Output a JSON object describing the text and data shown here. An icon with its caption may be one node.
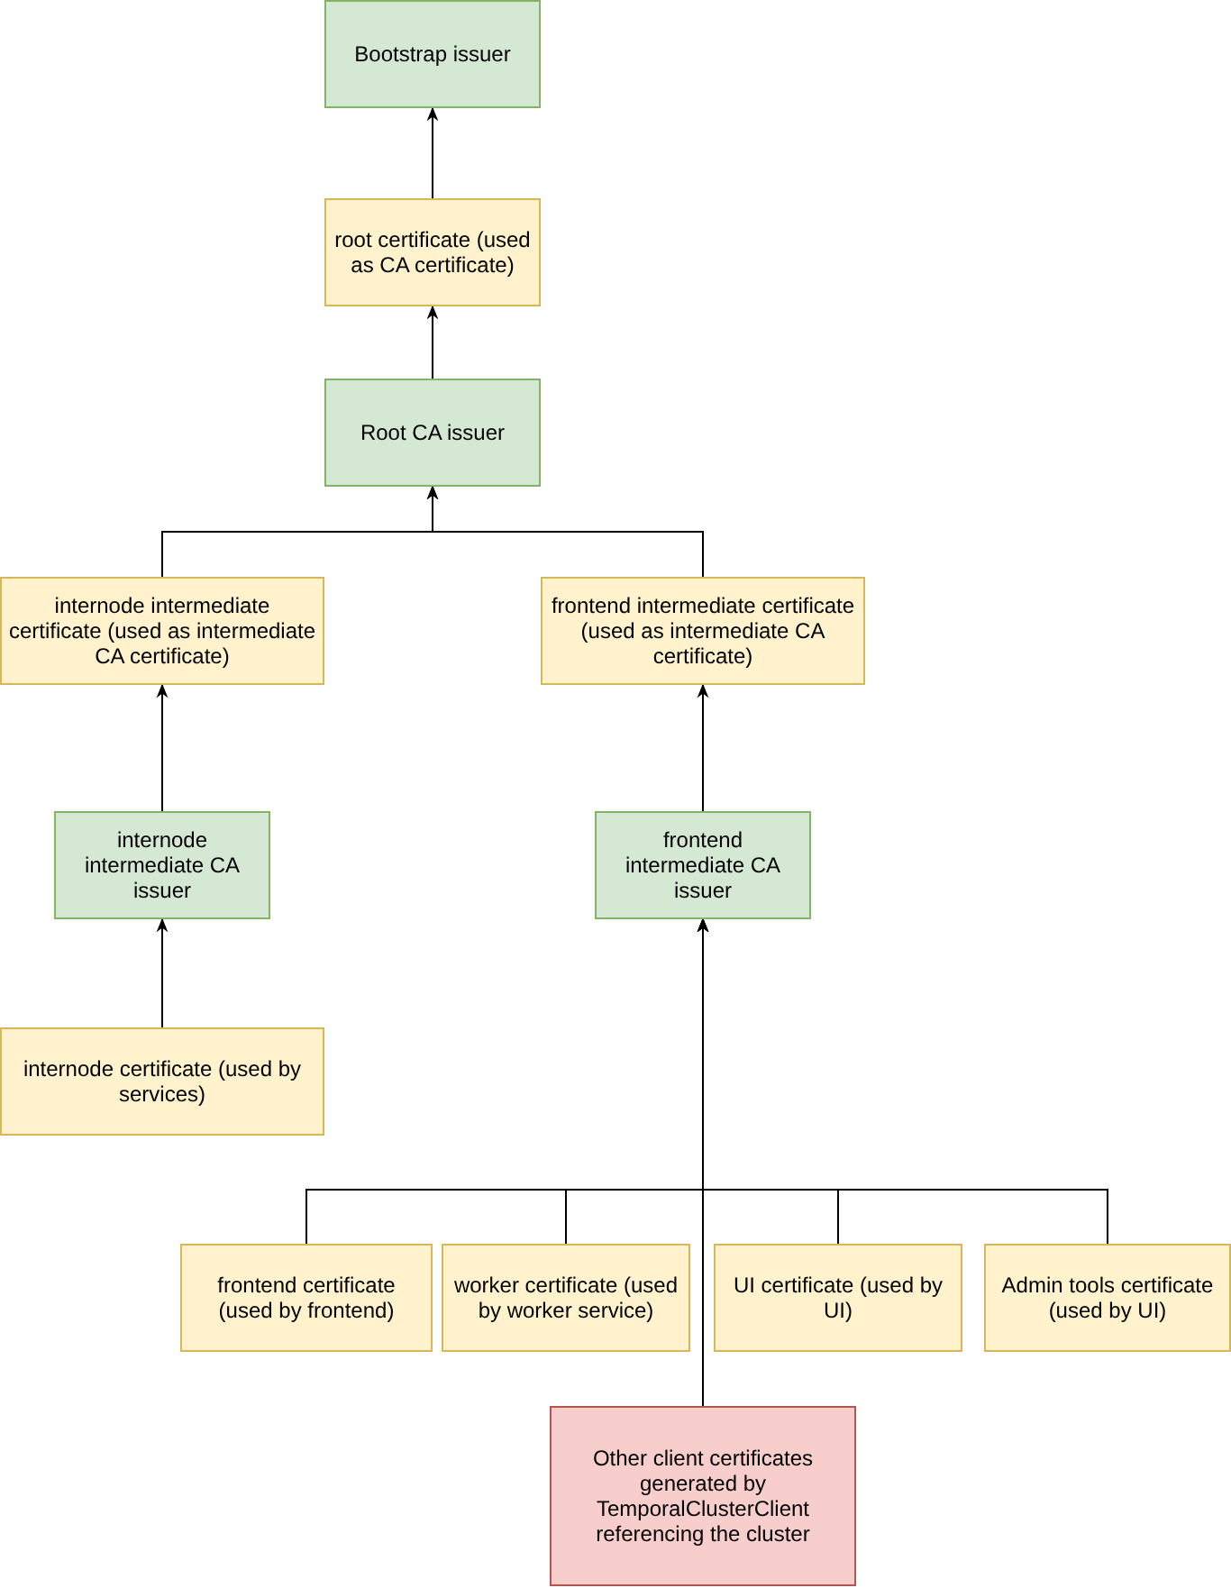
{
  "diagram": {
    "nodes": [
      {
        "text": [
          "Bootstrap issuer"
        ]
      },
      {
        "text": [
          "root certificate (used as CA certificate)"
        ]
      },
      {
        "text": [
          "Root CA issuer"
        ]
      },
      {
        "text": [
          "internode intermediate certificate (used as intermediate CA certificate)"
        ]
      },
      {
        "text": [
          "frontend intermediate certificate (used as intermediate CA certificate)"
        ]
      },
      {
        "text": [
          "internode intermediate CA issuer"
        ]
      },
      {
        "text": [
          "frontend intermediate CA issuer"
        ]
      },
      {
        "text": [
          "internode certificate (used by services)"
        ]
      },
      {
        "text": [
          "frontend certificate (used by frontend)"
        ]
      },
      {
        "text": [
          "worker certificate (used by worker service)"
        ]
      },
      {
        "text": [
          "UI certificate (used by UI)"
        ]
      },
      {
        "text": [
          "Admin tools certificate (used by UI)"
        ]
      },
      {
        "text": [
          "Other client certificates generated by TemporalClusterClient referencing the cluster"
        ]
      }
    ],
    "edges": [
      {
        "from": 1,
        "to": 0,
        "arrow": "to"
      },
      {
        "from": 2,
        "to": 1,
        "arrow": "to"
      },
      {
        "from": 3,
        "to": 2,
        "arrow": "to"
      },
      {
        "from": 4,
        "to": 2,
        "arrow": "to"
      },
      {
        "from": 5,
        "to": 3,
        "arrow": "to"
      },
      {
        "from": 6,
        "to": 4,
        "arrow": "to"
      },
      {
        "from": 7,
        "to": 5,
        "arrow": "to"
      },
      {
        "from": 8,
        "to": 6,
        "arrow": "to"
      },
      {
        "from": 9,
        "to": 6,
        "arrow": "to"
      },
      {
        "from": 10,
        "to": 6,
        "arrow": "to"
      },
      {
        "from": 11,
        "to": 6,
        "arrow": "to"
      },
      {
        "from": 12,
        "to": 6,
        "arrow": "to"
      }
    ]
  }
}
